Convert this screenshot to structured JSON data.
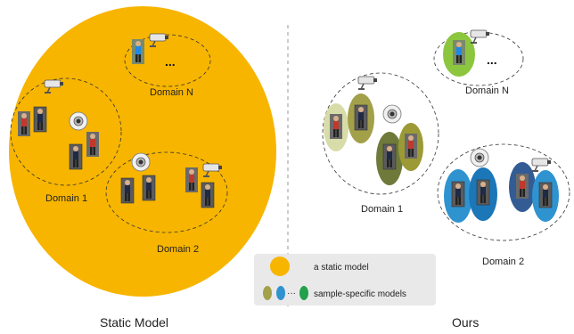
{
  "colors": {
    "static_model": "#F7B500",
    "olive": "#A3A04A",
    "blue": "#2F93D0",
    "green": "#22A04B",
    "divider": "#9a9a9a",
    "legend_bg": "#E9E9E9"
  },
  "left_panel": {
    "caption": "Static Model",
    "domain_1": "Domain 1",
    "domain_2": "Domain 2",
    "domain_n": "Domain N",
    "ellipsis": "..."
  },
  "right_panel": {
    "caption": "Ours",
    "domain_1": "Domain 1",
    "domain_2": "Domain 2",
    "domain_n": "Domain N",
    "ellipsis": "..."
  },
  "legend": {
    "static_label": "a static model",
    "specific_label": "sample-specific models",
    "dots_sep": "···"
  },
  "icons": [
    "cctv-camera-icon",
    "webcam-icon",
    "person-photo-icon"
  ]
}
